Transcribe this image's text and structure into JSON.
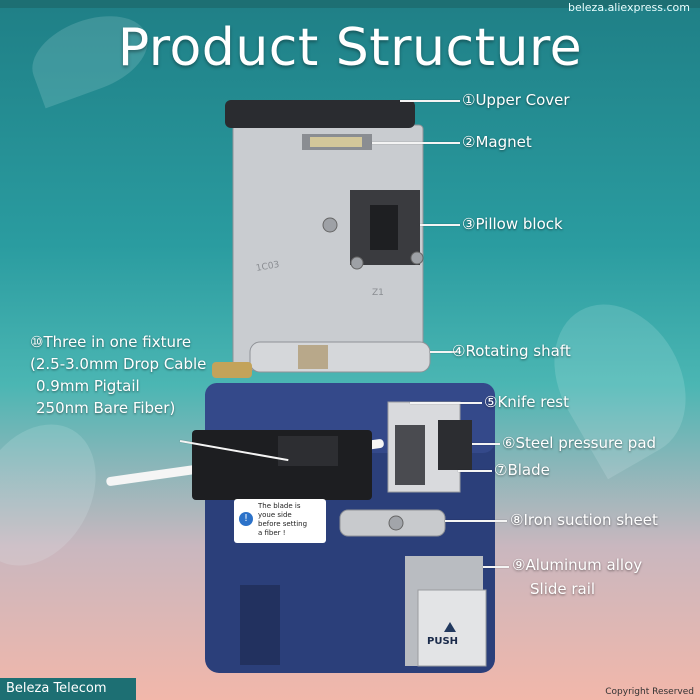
{
  "header": {
    "site_url": "beleza.aliexpress.com",
    "title": "Product Structure"
  },
  "labels": [
    {
      "text": "①Upper Cover"
    },
    {
      "text": "②Magnet"
    },
    {
      "text": "③Pillow block"
    },
    {
      "text": "④Rotating shaft"
    },
    {
      "text": "⑤Knife rest"
    },
    {
      "text": "⑥Steel pressure pad"
    },
    {
      "text": "⑦Blade"
    },
    {
      "text": "⑧Iron suction sheet"
    },
    {
      "text": "⑨Aluminum alloy"
    },
    {
      "text": "Slide rail"
    }
  ],
  "fixture_label": {
    "line1": "⑩Three in one fixture",
    "line2": "(2.5-3.0mm Drop Cable",
    "line3": "0.9mm Pigtail",
    "line4": "250nm Bare Fiber)"
  },
  "device": {
    "warning_line1": "The blade is",
    "warning_line2": "youe side",
    "warning_line3": "before setting",
    "warning_line4": "a fiber !",
    "warning_icon": "!",
    "push_label": "PUSH",
    "plate_mark_1": "1C03",
    "plate_mark_2": "Z1"
  },
  "footer": {
    "brand": "Beleza Telecom",
    "copyright": "Copyright Reserved"
  },
  "colors": {
    "base_blue": "#2b3f7a",
    "metal_silver": "#c9ccd0",
    "label_white": "#ffffff"
  }
}
